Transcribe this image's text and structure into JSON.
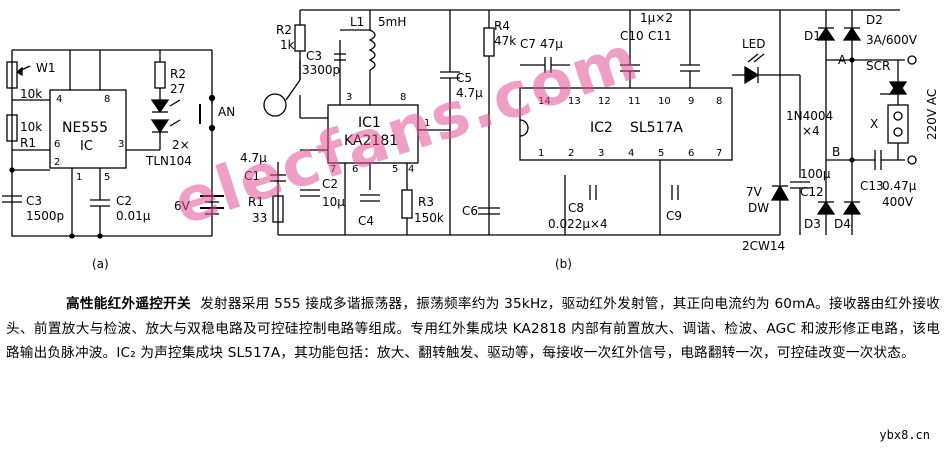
{
  "figure_a": {
    "label": "(a)",
    "ic_name": "NE555",
    "ic_sub": "IC",
    "components": [
      "W1",
      "10k",
      "10k",
      "R1",
      "C3",
      "1500p",
      "C2",
      "0.01μ",
      "R2",
      "27",
      "2×",
      "TLN104",
      "AN",
      "6V"
    ],
    "pins": [
      "4",
      "8",
      "6",
      "3",
      "2",
      "1",
      "5"
    ]
  },
  "figure_b": {
    "label": "(b)",
    "ic1_name": "IC1",
    "ic1_part": "KA2181",
    "ic2_name": "IC2",
    "ic2_part": "SL517A",
    "components": [
      "R2",
      "1k",
      "L1",
      "5mH",
      "C3",
      "3300p",
      "R4",
      "47k",
      "C7",
      "47μ",
      "1μ×2",
      "C10",
      "C11",
      "LED",
      "D1",
      "D2",
      "3A/600V",
      "A",
      "SCR",
      "C5",
      "4.7μ",
      "4.7μ",
      "C1",
      "C2",
      "10μ",
      "R1",
      "33",
      "C4",
      "R3",
      "150k",
      "C6",
      "C8",
      "0.022μ×4",
      "C9",
      "7V",
      "DW",
      "2CW14",
      "1N4004",
      "×4",
      "100μ",
      "C12",
      "B",
      "C13",
      "0.47μ",
      "400V",
      "D3",
      "D4",
      "X",
      "220V AC"
    ],
    "ic2_pins_top": [
      "14",
      "13",
      "12",
      "11",
      "10",
      "9",
      "8"
    ],
    "ic2_pins_bottom": [
      "1",
      "2",
      "3",
      "4",
      "5",
      "6",
      "7"
    ],
    "ic1_pins": [
      "3",
      "8",
      "1",
      "7",
      "6",
      "5",
      "4"
    ]
  },
  "caption": {
    "title": "高性能红外遥控开关",
    "body": "发射器采用 555 接成多谐振荡器，振荡频率约为 35kHz，驱动红外发射管，其正向电流约为 60mA。接收器由红外接收头、前置放大与检波、放大与双稳电路及可控硅控制电路等组成。专用红外集成块 KA2818 内部有前置放大、调谐、检波、AGC 和波形修正电路，该电路输出负脉冲波。IC₂ 为声控集成块 SL517A，其功能包括：放大、翻转触发、驱动等，每接收一次红外信号，电路翻转一次，可控硅改变一次状态。"
  },
  "watermark": "elecfans.com",
  "site_credit": "ybx8.cn"
}
